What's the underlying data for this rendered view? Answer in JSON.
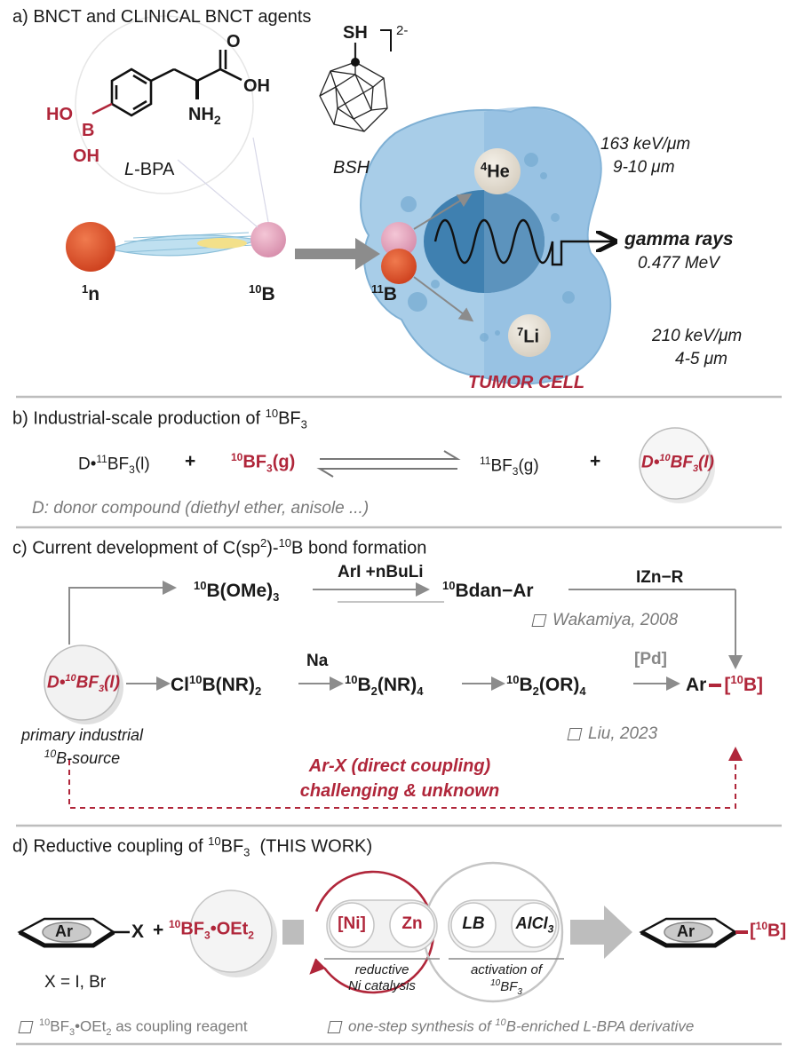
{
  "section_a": {
    "title": "a) BNCT and CLINICAL BNCT agents",
    "bpa": {
      "name_prefix": "L",
      "name_rest": "-BPA",
      "ho": "HO",
      "b": "B",
      "oh_bottom": "OH",
      "oh_acid": "OH",
      "o": "O",
      "nh2": "NH",
      "nh2_sub": "2"
    },
    "bsh": {
      "name": "BSH",
      "sh": "SH",
      "charge": "2-"
    },
    "neutron": {
      "sup": "1",
      "label": "n"
    },
    "boron10": {
      "sup": "10",
      "label": "B"
    },
    "boron11": {
      "sup": "11",
      "label": "B"
    },
    "helium": {
      "sup": "4",
      "label": "He"
    },
    "lithium": {
      "sup": "7",
      "label": "Li"
    },
    "he_energy": "163 keV/μm",
    "he_range": "9-10 μm",
    "gamma_label": "gamma rays",
    "gamma_energy": "0.477 MeV",
    "li_energy": "210 keV/μm",
    "li_range": "4-5 μm",
    "cell_label": "TUMOR CELL"
  },
  "section_b": {
    "title_prefix": "b) Industrial-scale production of ",
    "title_sup": "10",
    "title_main": "BF",
    "title_sub": "3",
    "reactant1": {
      "pre": "D•",
      "sup": "11",
      "main": "BF",
      "sub": "3",
      "post": "(l)"
    },
    "plus1": "+",
    "reactant2": {
      "sup": "10",
      "main": "BF",
      "sub": "3",
      "post": "(g)"
    },
    "product1": {
      "sup": "11",
      "main": "BF",
      "sub": "3",
      "post": "(g)"
    },
    "plus2": "+",
    "product2": {
      "pre": "D•",
      "sup": "10",
      "main": "BF",
      "sub": "3",
      "post": "(l)"
    },
    "note": "D: donor compound (diethyl ether, anisole ...)"
  },
  "section_c": {
    "title_prefix": "c) Current development of C(sp",
    "title_sup": "2",
    "title_mid": ")-",
    "title_sup2": "10",
    "title_end": "B bond formation",
    "b_ome3": {
      "sup": "10",
      "main": "B(OMe)",
      "sub": "3"
    },
    "reagent_top": "ArI +nBuLi",
    "bdan": {
      "sup": "10",
      "main": "Bdan−Ar"
    },
    "izn": "IZn−R",
    "ref1": "Wakamiya, 2008",
    "source": {
      "pre": "D•",
      "sup": "10",
      "main": "BF",
      "sub": "3",
      "post": "(l)"
    },
    "source_caption1": "primary industrial",
    "source_caption2_sup": "10",
    "source_caption2": "B-source",
    "cl_b": {
      "pre": "Cl",
      "sup": "10",
      "main": "B(NR)",
      "sub": "2"
    },
    "na": "Na",
    "b2nr4": {
      "sup": "10",
      "main": "B",
      "sub1": "2",
      "mid": "(NR)",
      "sub2": "4"
    },
    "b2or4": {
      "sup": "10",
      "main": "B",
      "sub1": "2",
      "mid": "(OR)",
      "sub2": "4"
    },
    "pd": "[Pd]",
    "product": {
      "ar": "Ar",
      "bracket_open": "[",
      "sup": "10",
      "main": "B]"
    },
    "ref2": "Liu, 2023",
    "challenge1": "Ar-X (direct coupling)",
    "challenge2": "challenging & unknown"
  },
  "section_d": {
    "title_prefix": "d) Reductive coupling of ",
    "title_sup": "10",
    "title_main": "BF",
    "title_sub": "3",
    "title_suffix": "  (THIS WORK)",
    "ar": "Ar",
    "x": "X",
    "plus": "+",
    "x_def": "X = I, Br",
    "reagent": {
      "sup": "10",
      "main": "BF",
      "sub": "3",
      "post": "•OEt",
      "sub2": "2"
    },
    "ni": "[Ni]",
    "zn": "Zn",
    "lb": "LB",
    "alcl3": {
      "main": "AlCl",
      "sub": "3"
    },
    "reductive1": "reductive",
    "reductive2": "Ni catalysis",
    "activation1": "activation of",
    "activation2_sup": "10",
    "activation2": "BF",
    "activation2_sub": "3",
    "product_ar": "Ar",
    "product_b": {
      "open": "[",
      "sup": "10",
      "main": "B]"
    },
    "foot1": {
      "sup": "10",
      "main": "BF",
      "sub": "3",
      "mid": "•OEt",
      "sub2": "2",
      "rest": " as coupling reagent"
    },
    "foot2": {
      "pre": "one-step synthesis of ",
      "sup": "10",
      "rest": "B-enriched L-BPA derivative"
    }
  },
  "colors": {
    "accent_red": "#b0263a",
    "cell_blue": "#8fbfe0",
    "nucleus_blue": "#3d7fae",
    "grey_arrow": "#8c8c8c",
    "neutron_orange": "#e0522a",
    "boron_pink": "#e4a3bd"
  }
}
